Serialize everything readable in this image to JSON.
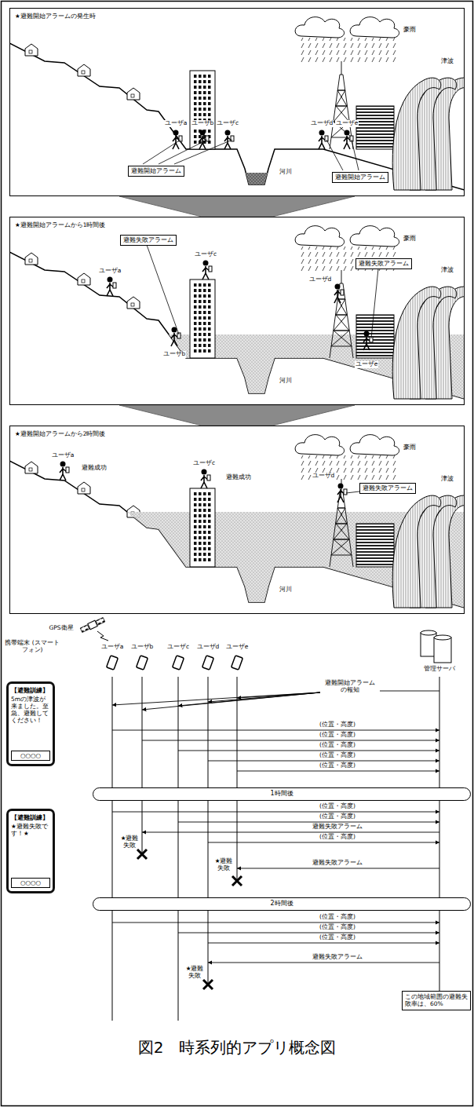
{
  "diagram": {
    "caption": "図2　時系列的アプリ概念図",
    "nodes": [
      {
        "text": [
          "★避難開始アラームの発生時"
        ]
      },
      {
        "text": [
          "避難開始アラーム"
        ],
        "in": 0
      },
      {
        "text": [
          "避難開始アラーム"
        ],
        "in": 0
      },
      {
        "text": [
          "★避難開始アラームから1時間後"
        ]
      },
      {
        "text": [
          "避難失敗アラーム"
        ],
        "in": 3
      },
      {
        "text": [
          "避難失敗アラーム"
        ],
        "in": 3
      },
      {
        "text": [
          "★避難開始アラームから2時間後"
        ]
      },
      {
        "text": [
          "避難失敗アラーム"
        ],
        "in": 6
      },
      {
        "text": [
          "【避難訓練】",
          "5mの津波が来ました。至急、避難してください！",
          "○○○○"
        ]
      },
      {
        "text": [
          "【避難訓練】",
          "★避難失敗です！★",
          "○○○○"
        ]
      },
      {
        "text": [
          "1時間後"
        ]
      },
      {
        "text": [
          "2時間後"
        ]
      },
      {
        "text": [
          "この地域範囲の避難失敗率は、60%"
        ]
      }
    ],
    "edges": [
      {
        "from": 0,
        "to": 3,
        "arrow": "to"
      },
      {
        "from": 3,
        "to": 6,
        "arrow": "to"
      }
    ],
    "labels": [
      "豪雨",
      "津波",
      "河川",
      "ユーザa",
      "ユーザb",
      "ユーザc",
      "ユーザd",
      "ユーザe",
      "豪雨",
      "津波",
      "河川",
      "ユーザa",
      "ユーザb",
      "ユーザc",
      "ユーザd",
      "ユーザe",
      "豪雨",
      "津波",
      "河川",
      "ユーザa",
      "避難成功",
      "ユーザc",
      "避難成功",
      "ユーザd",
      "携帯端末 (スマートフォン)",
      "GPS衛星",
      "ユーザa",
      "ユーザb",
      "ユーザc",
      "ユーザd",
      "ユーザe",
      "管理サーバ",
      "避難開始アラームの報知",
      "(位置・高度)",
      "(位置・高度)",
      "(位置・高度)",
      "(位置・高度)",
      "(位置・高度)",
      "(位置・高度)",
      "(位置・高度)",
      "避難失敗アラーム",
      "(位置・高度)",
      "★避難失敗",
      "★避難失敗",
      "避難失敗アラーム",
      "(位置・高度)",
      "(位置・高度)",
      "(位置・高度)",
      "避難失敗アラーム",
      "★避難失敗"
    ]
  }
}
